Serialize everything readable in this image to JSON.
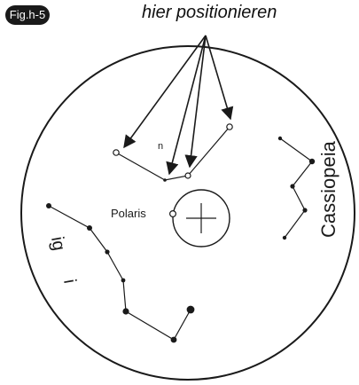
{
  "figure": {
    "badge": "Fig.h-5",
    "heading": "hier positionieren"
  },
  "labels": {
    "polaris": "Polaris",
    "cassiopeia": "Cassiopeia",
    "small_dipper_star": "n",
    "ursa_major_mark_a": "ig",
    "ursa_major_mark_b": "i"
  },
  "colors": {
    "ink": "#1a1a1a",
    "background": "#ffffff"
  }
}
